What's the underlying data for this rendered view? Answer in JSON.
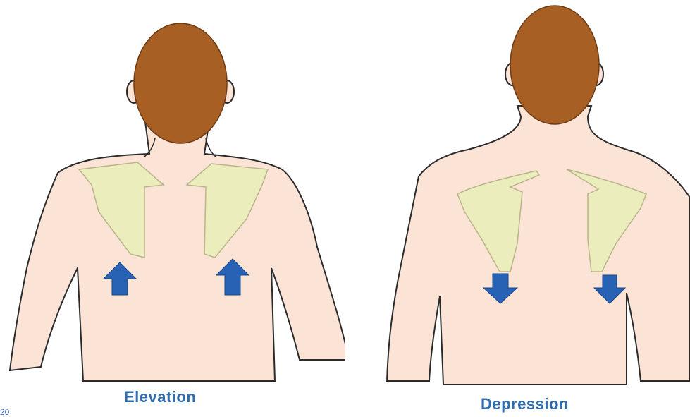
{
  "figures": [
    {
      "caption": "Elevation"
    },
    {
      "caption": "Depression"
    }
  ],
  "corner_text": "20",
  "colors": {
    "skin": "#fbe3d6",
    "hair": "#a85f24",
    "bone": "#ecedbc",
    "arrow": "#2862b5",
    "caption": "#2f6db0",
    "outline": "#2b2b2b"
  },
  "icons": {
    "arrow_left_figure": "arrow-up-icon",
    "arrow_right_figure": "arrow-down-icon"
  }
}
